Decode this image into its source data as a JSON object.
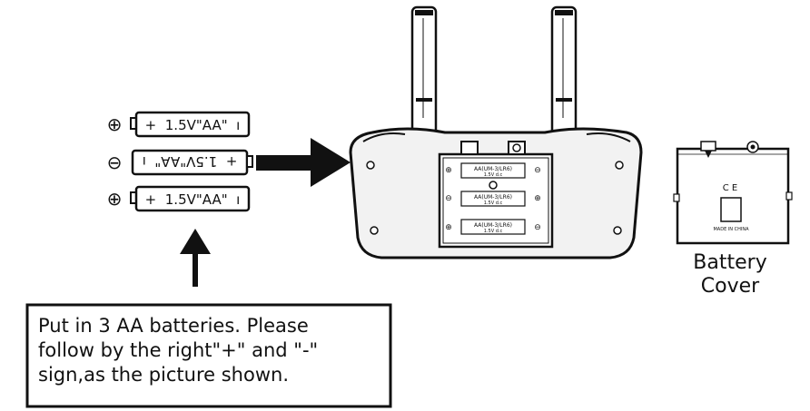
{
  "batteries": {
    "top": {
      "polarity": "⊕",
      "label": "+  1.5V\"AA\"  ı"
    },
    "middle": {
      "polarity": "⊖",
      "label": "+  1.5V\"AA\"  ı"
    },
    "bottom": {
      "polarity": "⊕",
      "label": "+  1.5V\"AA\"  ı"
    }
  },
  "compartment": {
    "slot_label_line1": "AA(UM-3/LR6)",
    "slot_label_line2": "1.5V d.c"
  },
  "battery_cover": {
    "ce_mark": "C E",
    "made_in": "MADE IN CHINA",
    "caption_line1": "Battery",
    "caption_line2": "Cover"
  },
  "instruction": {
    "line1": "Put in 3 AA batteries. Please",
    "line2": "follow by the right\"+\" and \"-\"",
    "line3": "sign,as the picture shown."
  },
  "colors": {
    "ink": "#111111",
    "device_fill": "#f2f2f2",
    "background": "#ffffff"
  }
}
